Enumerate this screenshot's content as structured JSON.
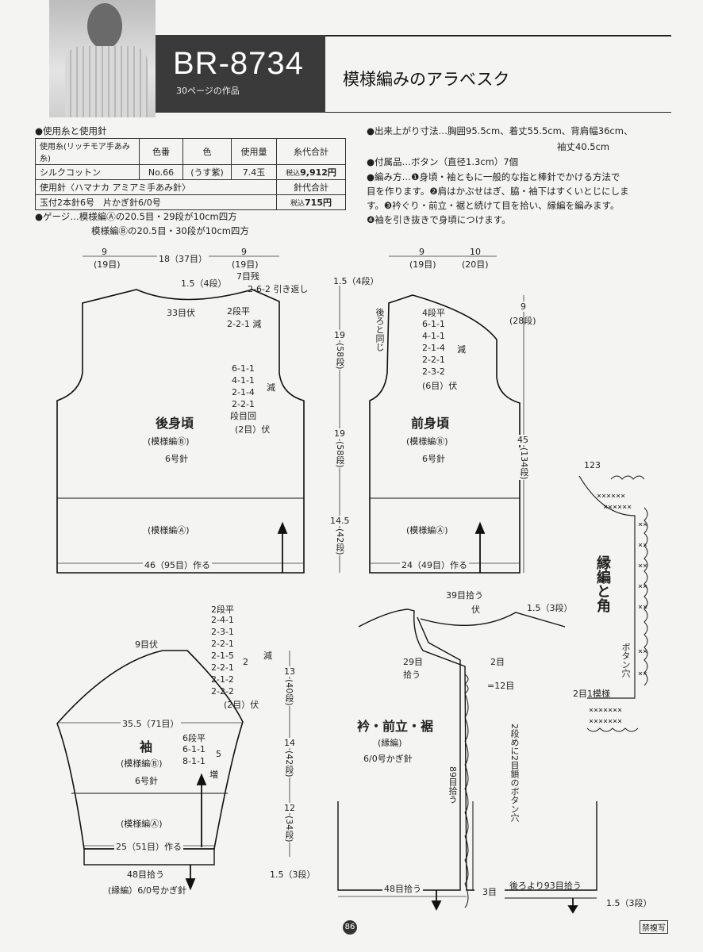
{
  "header": {
    "model_no": "BR-8734",
    "page_ref": "30ページの作品",
    "title": "模様編みのアラベスク"
  },
  "materials": {
    "heading": "●使用糸と使用針",
    "table": {
      "h_yarn": "使用糸(リッチモア手あみ糸)",
      "h_colornum": "色番",
      "h_color": "色",
      "h_amount": "使用量",
      "h_price": "糸代合計",
      "yarn_name": "シルクコットン",
      "color_no": "No.66",
      "color": "(うす紫)",
      "amount": "7.4玉",
      "price_prefix": "税込",
      "price": "9,912円",
      "needle_label": "使用針〈ハマナカ アミアミ手あみ針〉",
      "needle_price_h": "針代合計",
      "needles": "玉付2本針6号　片かぎ針6/0号",
      "needle_price": "715円"
    },
    "gauge_1": "●ゲージ…模様編Ⓐの20.5目・29段が10cm四方",
    "gauge_2": "模様編Ⓑの20.5目・30段が10cm四方"
  },
  "info": {
    "size_1": "●出来上がり寸法…胸囲95.5cm、着丈55.5cm、背肩幅36cm、",
    "size_2": "袖丈40.5cm",
    "notions": "●付属品…ボタン（直径1.3cm）7個",
    "method_1": "●編み方…❶身頃・袖ともに一般的な指と棒針でかける方法で",
    "method_2": "目を作ります。❷肩はかぶせはぎ、脇・袖下はすくいとじにしま",
    "method_3": "す。❸衿ぐり・前立・裾と続けて目を拾い、縁編を編みます。",
    "method_4": "❹袖を引き抜きで身頃につけます。"
  },
  "back": {
    "title": "後身頃",
    "pattern": "(模様編Ⓑ)",
    "needle": "6号針",
    "pattern_a": "(模様編Ⓐ)",
    "cast_on": "46（95目）作る",
    "w_left": "9",
    "w_left_st": "(19目)",
    "w_mid": "18（37目）",
    "w_right": "9",
    "w_right_st": "(19目)",
    "shoulder_h": "1.5（4段）",
    "rem": "7目残",
    "short_row": "2-6-2 引き返し",
    "neck_bo": "33目伏",
    "neck_flat": "2段平",
    "neck_dec": "2-2-1 減",
    "arm_1": "6-1-1",
    "arm_2": "4-1-1",
    "arm_3": "2-1-4",
    "arm_4": "2-2-1",
    "arm_dec": "減",
    "arm_rep": "段目回",
    "arm_bo": "(2目）伏",
    "h_19a": "19",
    "h_58a": "(58段)",
    "h_19b": "19",
    "h_58b": "(58段)",
    "h_145": "14.5",
    "h_42": "(42段)"
  },
  "front": {
    "title": "前身頃",
    "pattern": "(模様編Ⓑ)",
    "needle": "6号針",
    "pattern_a": "(模様編Ⓐ)",
    "cast_on": "24（49目）作る",
    "w_left": "9",
    "w_left_st": "(19目)",
    "w_right": "10",
    "w_right_st": "(20目)",
    "shoulder_h": "1.5（4段）",
    "same_as_back": "後ろと同じ",
    "n_flat": "4段平",
    "n1": "6-1-1",
    "n2": "4-1-1",
    "n3": "2-1-4",
    "n4": "2-2-1",
    "n5": "2-3-2",
    "n_dec": "減",
    "n_bo": "(6目）伏",
    "h_9": "9",
    "h_28": "(28段)",
    "h_45": "45",
    "h_134": "(134段)"
  },
  "sleeve": {
    "title": "袖",
    "pattern": "(模様編Ⓑ)",
    "needle": "6号針",
    "pattern_a": "(模様編Ⓐ)",
    "top_bo": "9目伏",
    "width": "35.5（71目）",
    "c0": "2段平",
    "c1": "2-4-1",
    "c2": "2-3-1",
    "c3": "2-2-1",
    "c4": "2-1-5",
    "c5": "2-2-1",
    "c6": "2-1-2",
    "c7": "2-2-2",
    "c_dec": "減",
    "c_x2": "2",
    "c_bo": "(2目）伏",
    "inc_flat": "6段平",
    "inc1": "6-1-1",
    "inc2": "8-1-1",
    "inc_x": "5",
    "inc": "増",
    "cast_on": "25（51目）作る",
    "pickup": "48目拾う",
    "edge": "(縁編）6/0号かぎ針",
    "h_13": "13",
    "h_40": "(40段)",
    "h_14": "14",
    "h_42": "(42段)",
    "h_12": "12",
    "h_34": "(34段)",
    "h_15": "1.5（3段）"
  },
  "collar": {
    "title": "衿・前立・裾",
    "pattern": "(縁編)",
    "needle": "6/0号かぎ針",
    "pickup_top": "39目拾う",
    "bo": "伏",
    "h_15": "1.5（3段）",
    "pickup_29": "29目",
    "pickup_29b": "拾う",
    "n2": "2目",
    "n12": "=12目",
    "btn_note": "2段めに2目鎖のボタン穴",
    "pickup_89": "89目拾う",
    "pickup_48": "48目拾う",
    "n3": "3目",
    "pickup_93": "後ろより93目拾う",
    "h_15b": "1.5（3段）"
  },
  "edging": {
    "title": "縁編と角",
    "btn_hole": "ボタン穴",
    "pattern_1": "2目1模様",
    "rows": "123"
  },
  "footer": {
    "page": "86",
    "no_copy": "禁複写"
  }
}
